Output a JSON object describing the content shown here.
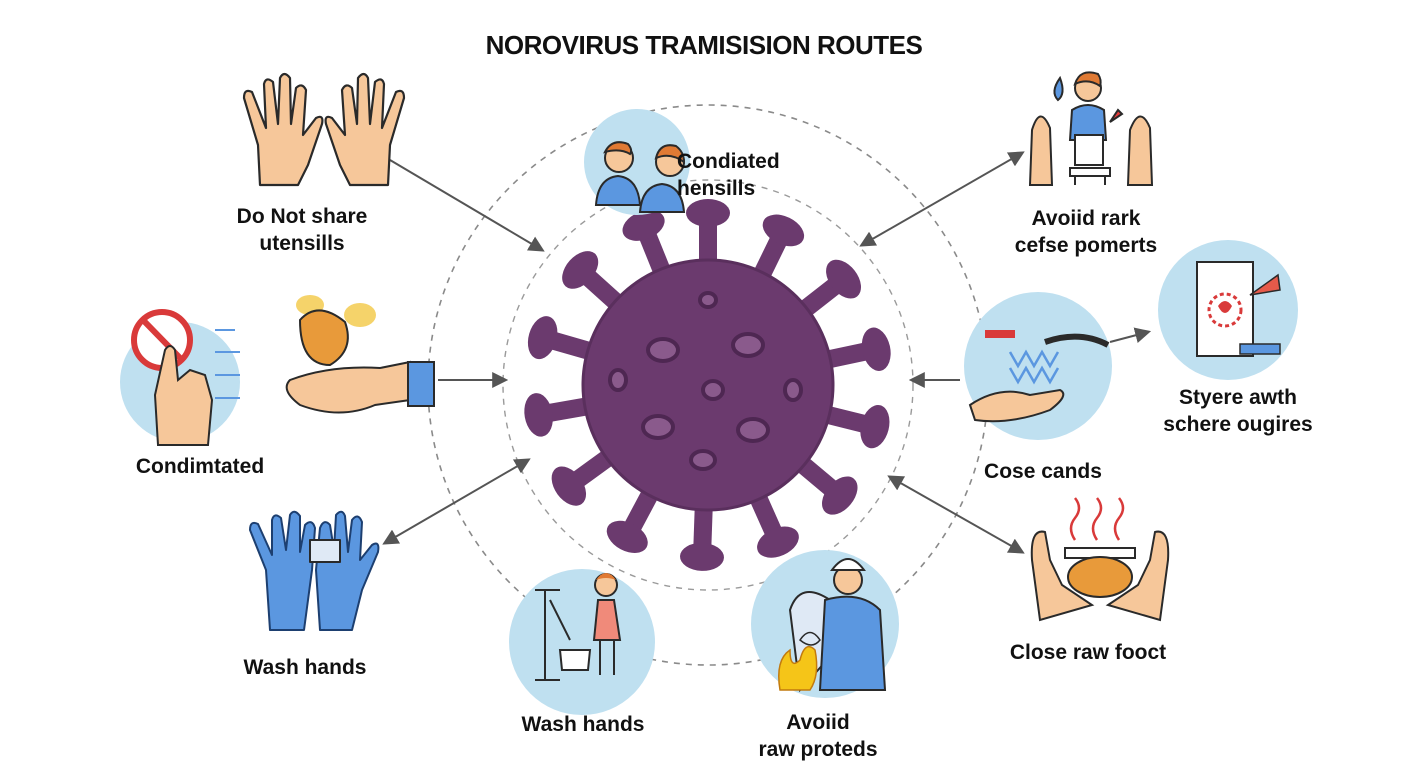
{
  "title": "NOROVIRUS TRAMISISION ROUTES",
  "colors": {
    "virus": "#6b3a6e",
    "virus_dark": "#4e2752",
    "circle_bg": "#bfe0f0",
    "skin": "#f6c79a",
    "glove": "#5b97e0",
    "arrow": "#555555",
    "dash": "#888888"
  },
  "labels": {
    "utensils": {
      "line1": "Do Not share",
      "line2": "utensills"
    },
    "contaminated_people": {
      "line1": "Condiated",
      "line2": "hensills"
    },
    "avoid_park": {
      "line1": "Avoiid rark",
      "line2": "cefse pomerts"
    },
    "condimtated": {
      "line1": "Condimtated"
    },
    "sphere": {
      "line1": "Styere awth",
      "line2": "schere ougires"
    },
    "cose_cands": {
      "line1": "Cose cands"
    },
    "wash_gloves": {
      "line1": "Wash hands"
    },
    "wash_toilet": {
      "line1": "Wash hands"
    },
    "avoid_raw": {
      "line1": "Avoiid",
      "line2": "raw proteds"
    },
    "close_food": {
      "line1": "Close raw fooct"
    }
  },
  "icons": {
    "utensils": "open-hands-icon",
    "contaminated_people": "two-people-icon",
    "avoid_park": "caregiver-icon",
    "condimtated": "no-touch-icon",
    "food_hand": "food-in-hand-icon",
    "sphere": "contaminated-surface-icon",
    "cose_cands": "faucet-hand-icon",
    "wash_gloves": "gloved-hands-icon",
    "wash_toilet": "toilet-child-icon",
    "avoid_raw": "chef-fire-icon",
    "close_food": "hot-food-hands-icon",
    "virus": "norovirus-icon"
  }
}
